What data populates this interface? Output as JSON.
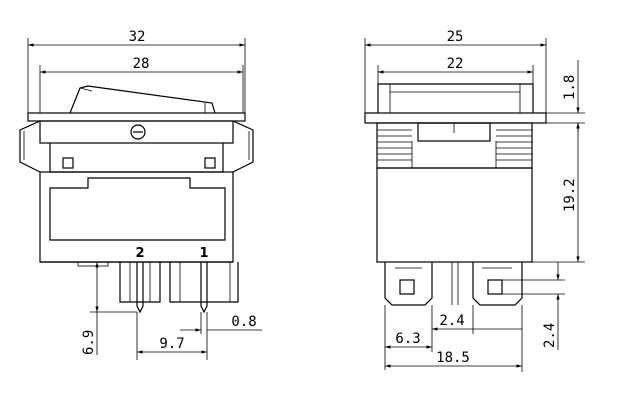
{
  "front_view": {
    "pin_labels": [
      "2",
      "1"
    ],
    "dims": {
      "overall_width": "32",
      "rocker_width": "28",
      "pin_protrusion": "6.9",
      "pin_pitch": "9.7",
      "pin_thickness": "0.8"
    }
  },
  "side_view": {
    "dims": {
      "overall_width": "25",
      "inner_width": "22",
      "flange_thickness": "1.8",
      "body_height": "19.2",
      "pin_offset": "6.3",
      "pin_width": "2.4",
      "pin_height": "2.4",
      "pin_span": "18.5"
    }
  }
}
